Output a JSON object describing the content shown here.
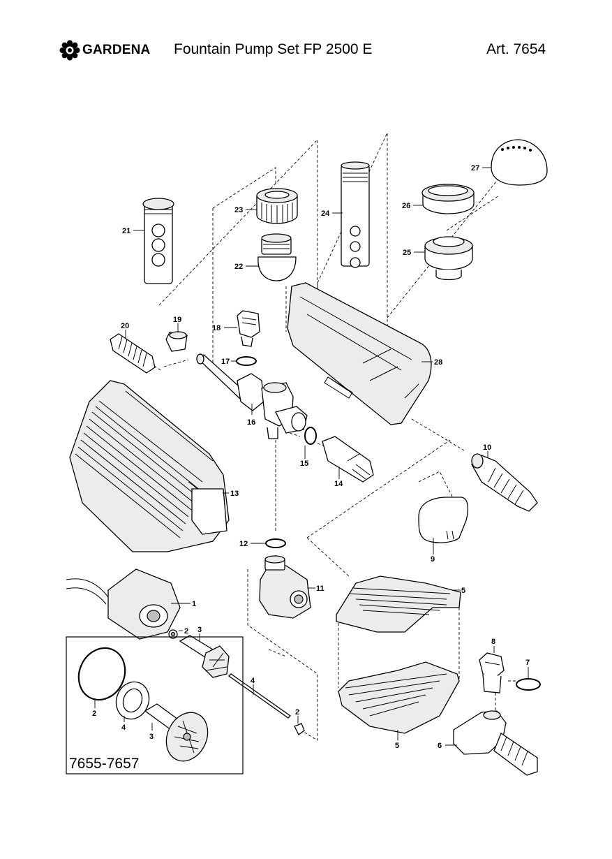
{
  "header": {
    "brand": "GARDENA",
    "title": "Fountain Pump Set FP 2500 E",
    "article": "Art. 7654"
  },
  "parts": [
    {
      "id": "1"
    },
    {
      "id": "2"
    },
    {
      "id": "3"
    },
    {
      "id": "4"
    },
    {
      "id": "5"
    },
    {
      "id": "6"
    },
    {
      "id": "7"
    },
    {
      "id": "8"
    },
    {
      "id": "9"
    },
    {
      "id": "10"
    },
    {
      "id": "11"
    },
    {
      "id": "12"
    },
    {
      "id": "13"
    },
    {
      "id": "14"
    },
    {
      "id": "15"
    },
    {
      "id": "16"
    },
    {
      "id": "17"
    },
    {
      "id": "18"
    },
    {
      "id": "19"
    },
    {
      "id": "20"
    },
    {
      "id": "21"
    },
    {
      "id": "22"
    },
    {
      "id": "23"
    },
    {
      "id": "24"
    },
    {
      "id": "25"
    },
    {
      "id": "26"
    },
    {
      "id": "27"
    },
    {
      "id": "28"
    }
  ],
  "kit": {
    "number": "7655-7657",
    "parts": [
      "2",
      "4",
      "3"
    ]
  },
  "icons": {
    "logo": "gardena-flower-logo"
  }
}
